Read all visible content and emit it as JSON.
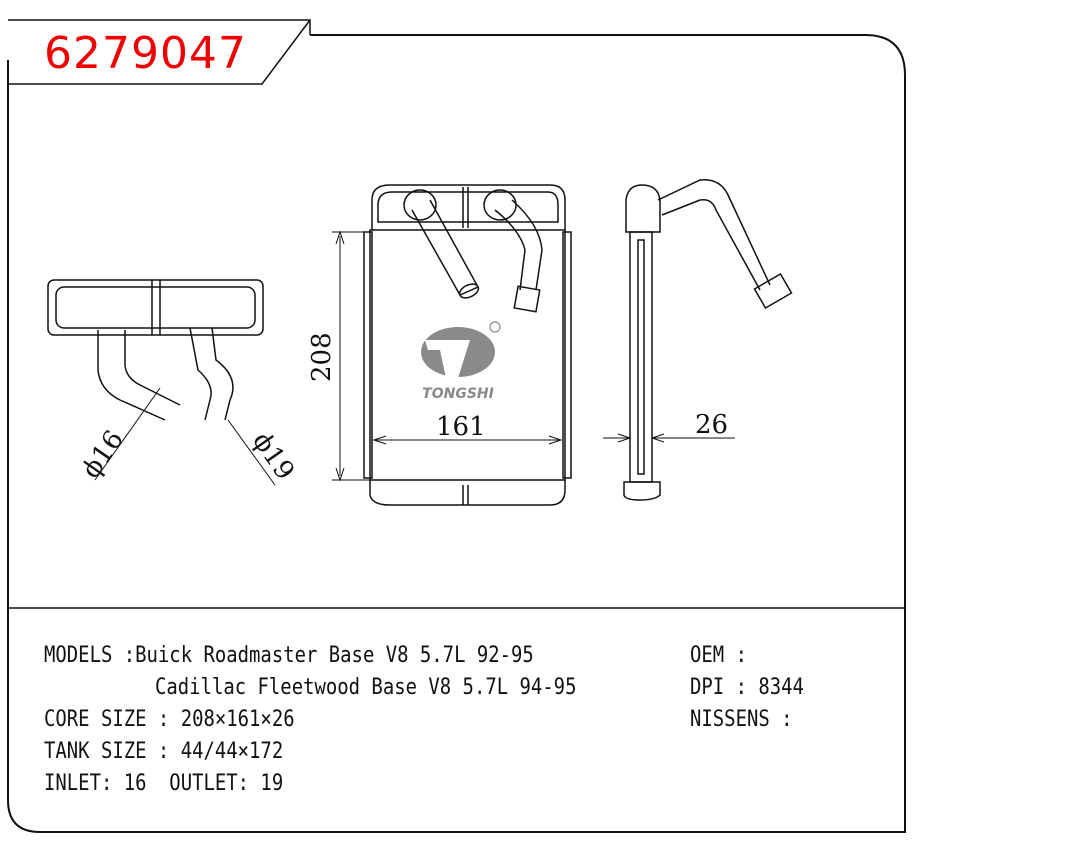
{
  "part_number": "6279047",
  "brand_logo": {
    "text": "TONGSHI",
    "mark": "®"
  },
  "dimensions": {
    "height": "208",
    "width": "161",
    "depth": "26",
    "inlet_dia": "ϕ16",
    "outlet_dia": "ϕ19"
  },
  "specs": {
    "models_label": "MODELS :",
    "models": [
      "Buick Roadmaster Base V8 5.7L 92-95",
      "Cadillac Fleetwood Base V8 5.7L 94-95"
    ],
    "core_size": "CORE SIZE : 208×161×26",
    "tank_size": "TANK SIZE : 44/44×172",
    "inlet_outlet": "INLET: 16  OUTLET: 19",
    "oem": "OEM :",
    "dpi": "DPI : 8344",
    "nissens": "NISSENS :"
  }
}
